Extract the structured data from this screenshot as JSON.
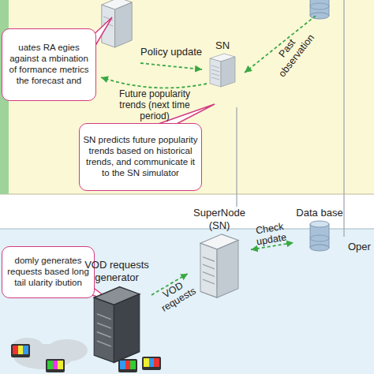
{
  "diagram": {
    "nodes": [
      {
        "text": [
          "uates RA egies against a mbination of formance metrics the forecast and"
        ]
      },
      {
        "text": [
          "SN"
        ]
      },
      {
        "text": [
          "SN predicts future popularity trends based on historical trends, and communicate it to the SN simulator"
        ]
      },
      {
        "text": [
          "SuperNode (SN)"
        ]
      },
      {
        "text": [
          "Data base"
        ]
      },
      {
        "text": [
          "domly generates requests based long tail ularity ibution"
        ]
      },
      {
        "text": [
          "VOD requests generator"
        ]
      }
    ],
    "edges": [
      {
        "from": 3,
        "to": 4,
        "label": "Check update",
        "arrow": "both"
      },
      {
        "from": 6,
        "to": 3,
        "label": "VOD requests",
        "arrow": "to"
      }
    ],
    "labels": [
      "Policy update",
      "Future popularity trends (next time period)",
      "Past observation",
      "Oper"
    ]
  }
}
